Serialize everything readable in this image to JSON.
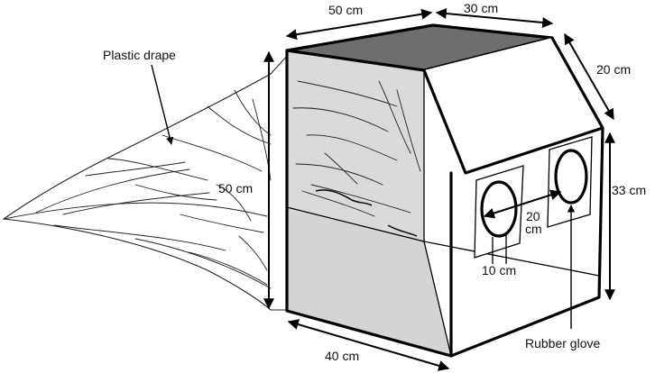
{
  "labels": {
    "plastic_drape": "Plastic drape",
    "rubber_glove": "Rubber glove",
    "width_top": "50 cm",
    "depth_top": "30 cm",
    "slant": "20 cm",
    "height_front": "50 cm",
    "height_right": "33 cm",
    "width_bottom": "40 cm",
    "port_spacing_a": "20",
    "port_spacing_b": "cm",
    "port_diameter": "10 cm"
  },
  "colors": {
    "front_panel": "#d4d4d4",
    "top_opening": "#6e6e6e",
    "outline": "#000000",
    "background": "#ffffff"
  }
}
